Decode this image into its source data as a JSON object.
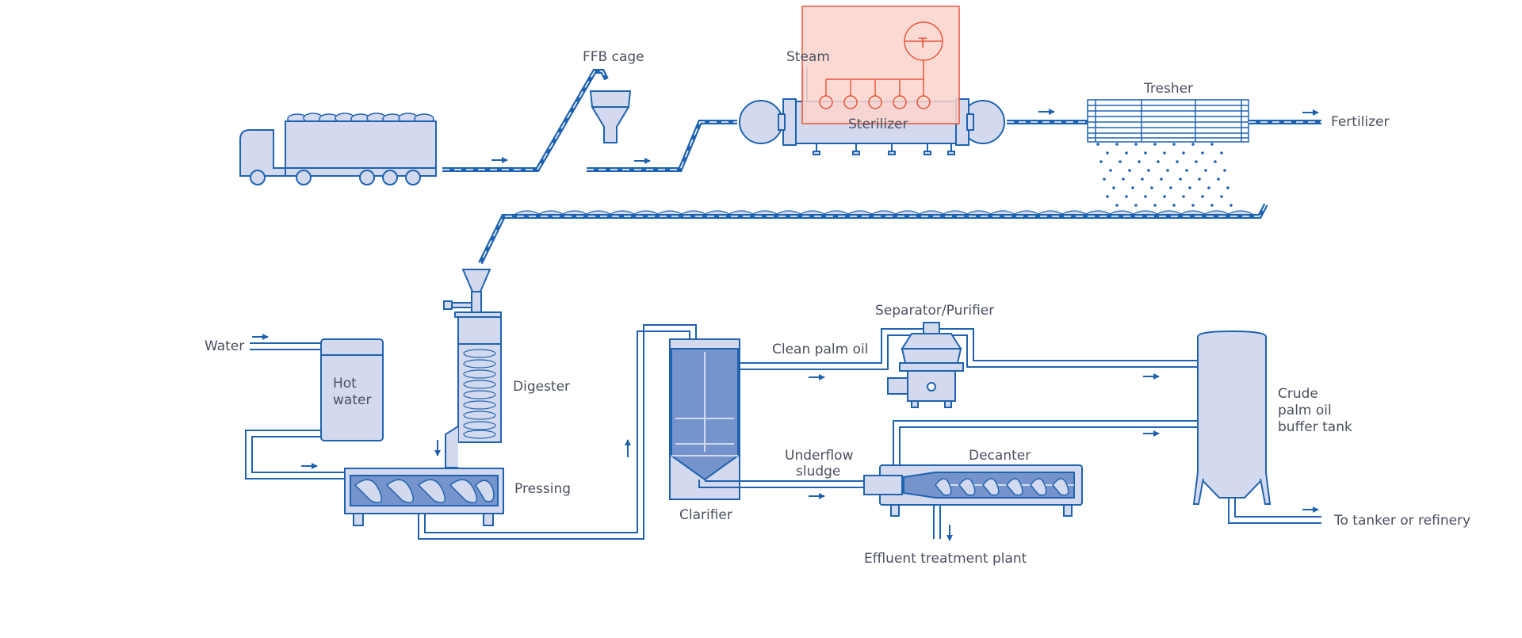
{
  "labels": {
    "ffb_cage": "FFB cage",
    "steam": "Steam",
    "sterilizer": "Sterilizer",
    "tresher": "Tresher",
    "fertilizer": "Fertilizer",
    "water": "Water",
    "hot_water_1": "Hot",
    "hot_water_2": "water",
    "digester": "Digester",
    "pressing": "Pressing",
    "clarifier": "Clarifier",
    "clean_palm_oil": "Clean palm oil",
    "separator": "Separator/Purifier",
    "underflow_1": "Underflow",
    "underflow_2": "sludge",
    "decanter": "Decanter",
    "effluent": "Effluent treatment plant",
    "crude_1": "Crude",
    "crude_2": "palm oil",
    "crude_3": "buffer tank",
    "tanker": "To tanker or refinery",
    "temp_symbol": "T"
  },
  "colors": {
    "line": "#1f63b0",
    "fill_light": "#d3d9ee",
    "fill_medium": "#7694cc",
    "highlight_fill": "#fbd4cc",
    "highlight_stroke": "#e8573a",
    "text": "#4a5060"
  }
}
